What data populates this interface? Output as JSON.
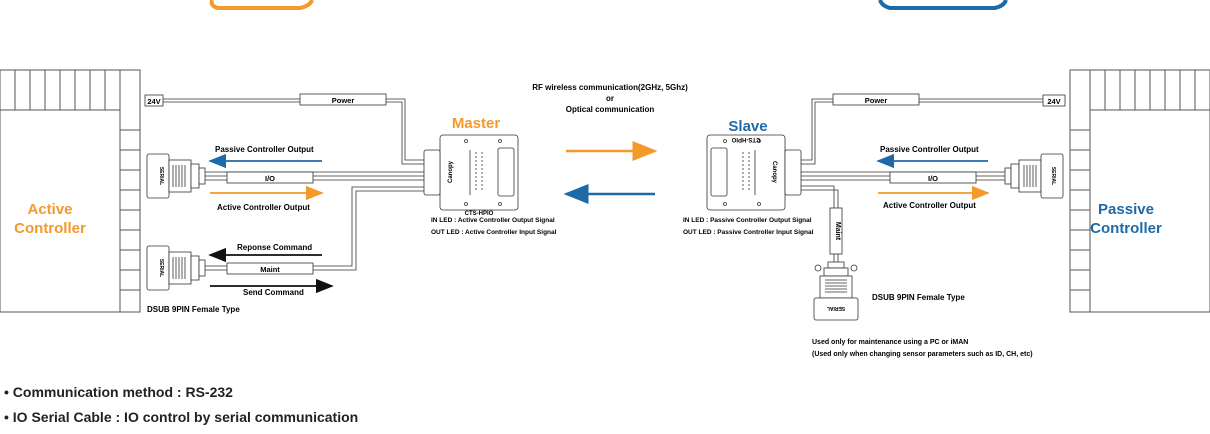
{
  "colors": {
    "orange": "#F39A2B",
    "blue": "#1E6AA8",
    "line": "#3a3a3a"
  },
  "active_controller": {
    "line1": "Active",
    "line2": "Controller"
  },
  "passive_controller": {
    "line1": "Passive",
    "line2": "Controller"
  },
  "rf": {
    "line1": "RF wireless communication(2GHz, 5Ghz)",
    "line2": "or",
    "line3": "Optical communication"
  },
  "master": {
    "title": "Master",
    "model": "CTS-HPIO",
    "brand": "Canopy",
    "led_in": "IN LED : Active Controller Output Signal",
    "led_out": "OUT LED : Active Controller Input Signal"
  },
  "slave": {
    "title": "Slave",
    "model": "CTS-HPIO",
    "brand": "Canopy",
    "led_in": "IN LED : Passive Controller Output Signal",
    "led_out": "OUT LED : Passive Controller Input Signal"
  },
  "left": {
    "voltage": "24V",
    "power": "Power",
    "io": "I/O",
    "maint": "Maint",
    "serial": "SERIAL",
    "passive_output": "Passive Controller Output",
    "active_output": "Active Controller Output",
    "response_command": "Reponse Command",
    "send_command": "Send Command",
    "dsub": "DSUB 9PIN Female Type"
  },
  "right": {
    "voltage": "24V",
    "power": "Power",
    "io": "I/O",
    "maint": "Maint",
    "serial": "SERIAL",
    "passive_output": "Passive Controller Output",
    "active_output": "Active Controller Output",
    "dsub": "DSUB 9PIN Female Type",
    "maintenance_note1": "Used only for maintenance using a PC or iMAN",
    "maintenance_note2": "(Used only when changing sensor parameters such as ID, CH, etc)"
  },
  "bullets": [
    "• Communication method : RS-232",
    "• IO Serial Cable : IO control by serial communication"
  ]
}
